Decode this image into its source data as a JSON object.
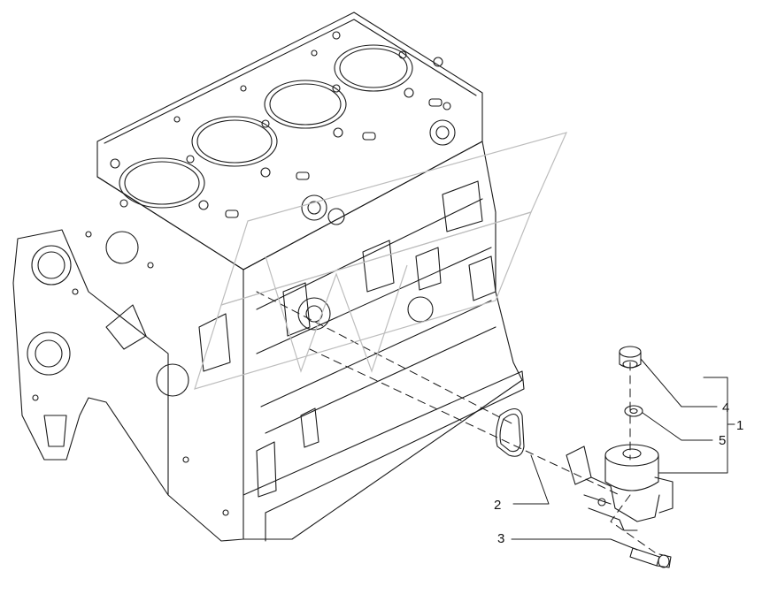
{
  "callouts": {
    "c1": "1",
    "c2": "2",
    "c3": "3",
    "c4": "4",
    "c5": "5"
  },
  "watermark_text": "DW",
  "colors": {
    "line": "#1a1a1a",
    "watermark": "#bdbdbd"
  }
}
